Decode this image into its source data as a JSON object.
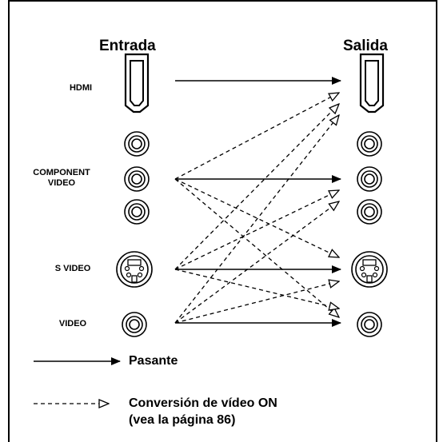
{
  "headers": {
    "input": "Entrada",
    "output": "Salida"
  },
  "input_labels": {
    "hdmi": "HDMI",
    "component_line1": "COMPONENT",
    "component_line2": "VIDEO",
    "s_video": "S VIDEO",
    "video": "VIDEO"
  },
  "legend": {
    "passthrough": "Pasante",
    "conversion_line1": "Conversión de vídeo ON",
    "conversion_line2": "(vea la página 86)"
  }
}
